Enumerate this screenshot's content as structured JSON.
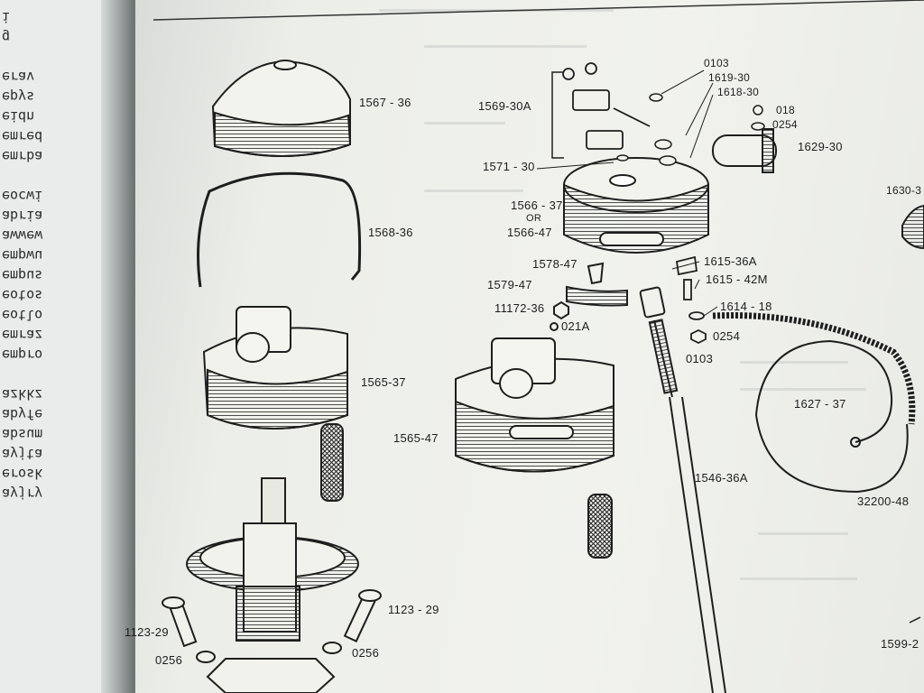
{
  "left_page": {
    "text_lines": [
      "ayjry",
      "erosk",
      "ayjta",
      "absum",
      "abyfe",
      "azkkz",
      "",
      "empro",
      "emraz",
      "eotlo",
      "eotos",
      "empus",
      "empwu",
      "awwew",
      "abria",
      "eocwi",
      "",
      "emrba",
      "emred",
      "eidn",
      "epys",
      "erav",
      "",
      "g",
      "i"
    ]
  },
  "callouts": {
    "c1567_36": "1567 - 36",
    "c1568_36": "1568-36",
    "c1565_37": "1565-37",
    "c1565_47": "1565-47",
    "c1123_29_left": "1123-29",
    "c1123_29_right": "1123 - 29",
    "c0256_left": "0256",
    "c0256_right": "0256",
    "c1569_30A": "1569-30A",
    "c0103_top": "0103",
    "c1619_30": "1619-30",
    "c1618_30": "1618-30",
    "c018": "018",
    "c0254_top": "0254",
    "c1629_30": "1629-30",
    "c1571_30": "1571 - 30",
    "c1566_37": "1566 - 37",
    "c_or": "OR",
    "c1566_47": "1566-47",
    "c1578_47": "1578-47",
    "c1579_47": "1579-47",
    "c11172_36": "11172-36",
    "c021A": "021A",
    "c1615_36A": "1615-36A",
    "c1615_42M": "1615 - 42M",
    "c1614_18": "1614 - 18",
    "c0254_bottom": "0254",
    "c0103_bottom": "0103",
    "c1627_37": "1627 - 37",
    "c1546_36A": "1546-36A",
    "c32200_48": "32200-48",
    "c1630_3": "1630-3",
    "c1599_2": "1599-2"
  },
  "colors": {
    "ink": "#1e1e1e",
    "paper": "#eef0ec",
    "gutter": "#7a7f7f"
  }
}
